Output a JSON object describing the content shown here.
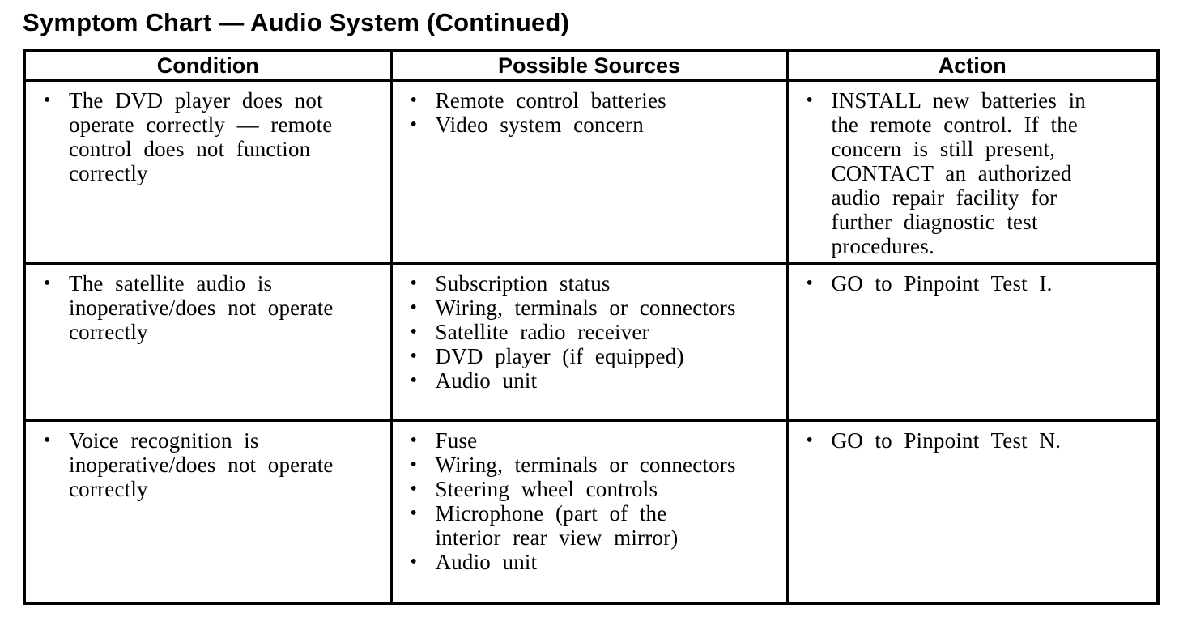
{
  "title": "Symptom Chart — Audio System (Continued)",
  "colors": {
    "background": "#ffffff",
    "text": "#000000",
    "border": "#000000"
  },
  "icons": {
    "bullet": "•"
  },
  "table": {
    "headers": [
      "Condition",
      "Possible Sources",
      "Action"
    ],
    "header_keys": [
      "condition",
      "sources",
      "action"
    ],
    "rows": [
      {
        "condition": [
          "The DVD player does not operate correctly — remote control does not function correctly"
        ],
        "sources": [
          "Remote control batteries",
          "Video system concern"
        ],
        "action": [
          "INSTALL new batteries in the remote control. If the concern is still present, CONTACT an authorized audio repair facility for further diagnostic test procedures."
        ]
      },
      {
        "condition": [
          "The satellite audio is inoperative/does not operate correctly"
        ],
        "sources": [
          "Subscription status",
          "Wiring, terminals or connectors",
          "Satellite radio receiver",
          "DVD player (if equipped)",
          "Audio unit"
        ],
        "action": [
          "GO to Pinpoint Test I."
        ]
      },
      {
        "condition": [
          "Voice recognition is inoperative/does not operate correctly"
        ],
        "sources": [
          "Fuse",
          "Wiring, terminals or connectors",
          "Steering wheel controls",
          "Microphone (part of the interior rear view mirror)",
          "Audio unit"
        ],
        "action": [
          "GO to Pinpoint Test N."
        ]
      }
    ]
  }
}
